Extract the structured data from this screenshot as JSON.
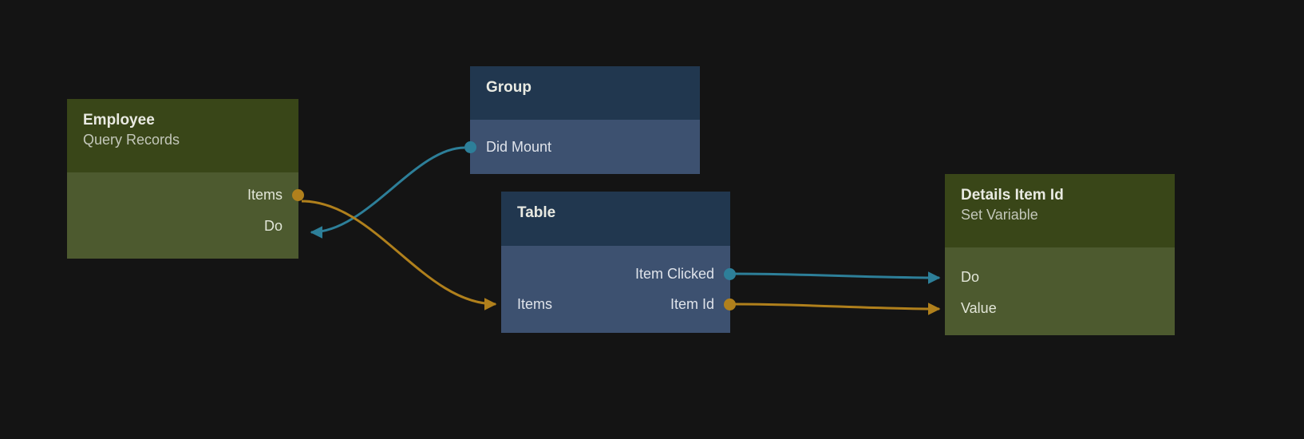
{
  "canvas": {
    "background": "#141414",
    "accent_flow": "#2d7f99",
    "accent_data": "#b0801c"
  },
  "nodes": [
    {
      "id": "employee",
      "title": "Employee",
      "subtitle": "Query Records",
      "header_color": "#394618",
      "body_color": "#4d5a2f",
      "outputs": [
        {
          "label": "Items",
          "type": "data",
          "color": "#b0801c"
        }
      ],
      "inputs": [
        {
          "label": "Do",
          "type": "flow",
          "color": "#2d7f99"
        }
      ]
    },
    {
      "id": "group",
      "title": "Group",
      "subtitle": "",
      "header_color": "#21374f",
      "body_color": "#3d5170",
      "inputs": [
        {
          "label": "Did Mount",
          "type": "flow",
          "color": "#2d7f99"
        }
      ],
      "outputs": []
    },
    {
      "id": "table",
      "title": "Table",
      "subtitle": "",
      "header_color": "#21374f",
      "body_color": "#3d5170",
      "inputs": [
        {
          "label": "Items",
          "type": "data",
          "color": "#b0801c"
        }
      ],
      "outputs": [
        {
          "label": "Item Clicked",
          "type": "flow",
          "color": "#2d7f99"
        },
        {
          "label": "Item Id",
          "type": "data",
          "color": "#b0801c"
        }
      ]
    },
    {
      "id": "details",
      "title": "Details Item Id",
      "subtitle": "Set Variable",
      "header_color": "#394618",
      "body_color": "#4d5a2f",
      "inputs": [
        {
          "label": "Do",
          "type": "flow",
          "color": "#2d7f99"
        },
        {
          "label": "Value",
          "type": "data",
          "color": "#b0801c"
        }
      ],
      "outputs": []
    }
  ],
  "connections": [
    {
      "from": "group.Did Mount",
      "to": "employee.Do",
      "color": "#2d7f99"
    },
    {
      "from": "employee.Items",
      "to": "table.Items",
      "color": "#b0801c"
    },
    {
      "from": "table.Item Clicked",
      "to": "details.Do",
      "color": "#2d7f99"
    },
    {
      "from": "table.Item Id",
      "to": "details.Value",
      "color": "#b0801c"
    }
  ]
}
